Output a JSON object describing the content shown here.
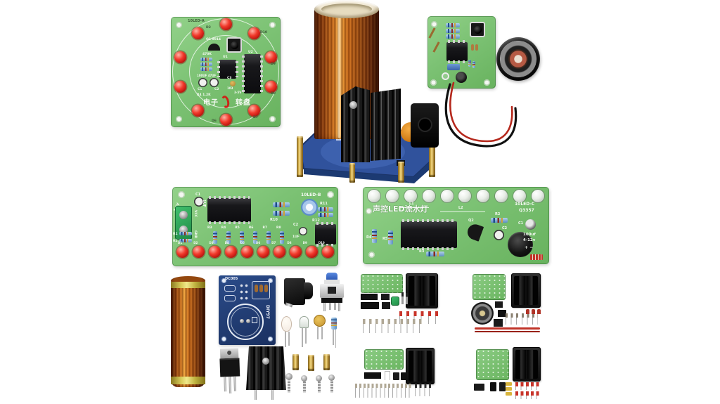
{
  "photo": {
    "description": "DIY electronic kit collage: mini Tesla coil module, LED chaser boards, amplifier with speaker, and unassembled component kits"
  },
  "board_a": {
    "name": "10LED-A",
    "q1": "Q1 9014",
    "r_value": "470K",
    "u1": "U1",
    "u2": "U2",
    "cap_values": "100UF 47UF",
    "c1": "C1",
    "c2": "C2",
    "c3": "C3",
    "c3_value": "103",
    "volt": "3-5V",
    "r4": "R4 1.2K",
    "title_left": "电子",
    "title_right": "转盘",
    "d_labels": [
      "D2",
      "D10",
      "D9",
      "D8",
      "D7",
      "D6"
    ]
  },
  "board_b": {
    "name": "10LED-B",
    "volt": "3-5V",
    "vcc": "VCC",
    "gnd": "GND",
    "c1": "C1",
    "c1_value": "1UF",
    "r10": "R10",
    "r11": "R11",
    "r12": "R12",
    "c2": "C2",
    "c2_value": "1UF",
    "r1": "R1",
    "r2": "R2",
    "r_labels": [
      "R3",
      "R4",
      "R5",
      "R6",
      "R7",
      "R8"
    ],
    "d_labels": [
      "D1",
      "D2",
      "D3",
      "D4",
      "D5",
      "D6",
      "D7",
      "D8",
      "D9",
      "D10"
    ]
  },
  "board_c": {
    "name": "10LED-C",
    "title": "声控LED流水灯",
    "part_no": "Q3357",
    "l1": "L1",
    "l2": "L2",
    "q2": "Q2",
    "r2": "R2",
    "r3": "R3",
    "r4": "R4",
    "r5": "R5",
    "c1": "C1",
    "c2": "C2",
    "cap_value": "100uf",
    "volt": "4-12v",
    "polarity": "+ −"
  },
  "driver_pcb": {
    "dc_label": "DC005",
    "diy_label": "DIY97"
  }
}
